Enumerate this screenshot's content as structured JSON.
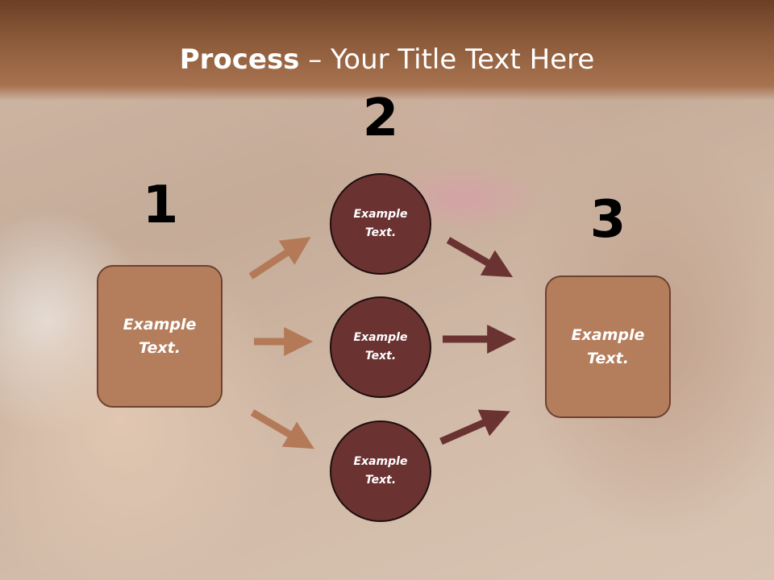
{
  "slide": {
    "title_bold": "Process",
    "title_rest": " – Your Title Text Here"
  },
  "steps": {
    "one": {
      "number": "1",
      "line1": "Example",
      "line2": "Text."
    },
    "two": {
      "number": "2"
    },
    "three": {
      "number": "3",
      "line1": "Example",
      "line2": "Text."
    }
  },
  "circles": [
    {
      "line1": "Example",
      "line2": "Text."
    },
    {
      "line1": "Example",
      "line2": "Text."
    },
    {
      "line1": "Example",
      "line2": "Text."
    }
  ],
  "colors": {
    "header": "#8c5a3a",
    "box_fill": "#b47e5c",
    "circle_fill": "#6b3232",
    "arrow_light": "#b47a58",
    "arrow_dark": "#6b3232"
  }
}
